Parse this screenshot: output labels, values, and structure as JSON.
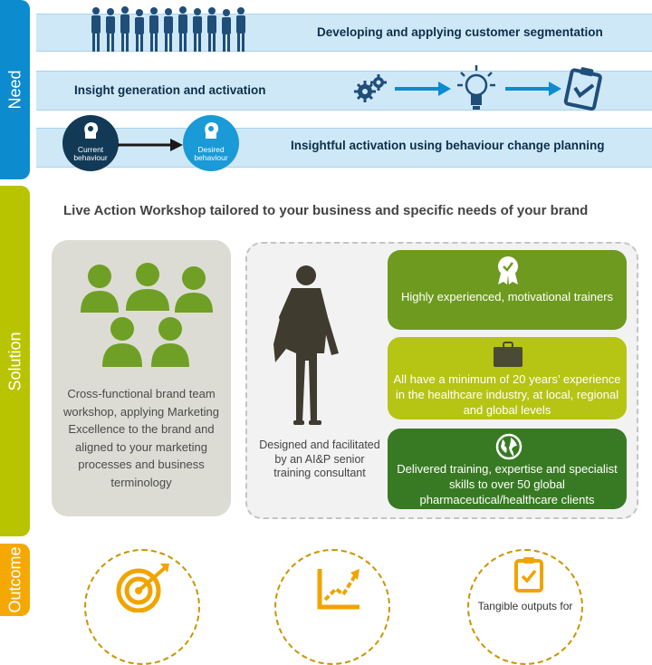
{
  "tabs": {
    "need": "Need",
    "solution": "Solution",
    "outcome": "Outcome"
  },
  "need": {
    "row1": "Developing and applying customer segmentation",
    "row2": "Insight generation and activation",
    "row3": "Insightful activation using behaviour change planning",
    "current_behaviour": "Current behaviour",
    "desired_behaviour": "Desired behaviour"
  },
  "solution": {
    "headline": "Live Action Workshop tailored to your business and specific needs of your brand",
    "workshop_text": "Cross-functional brand team workshop, applying Marketing Excellence to the brand and aligned to your marketing processes and business terminology",
    "consultant_text": "Designed and facilitated by an AI&P senior training consultant",
    "boxes": [
      "Highly experienced, motivational trainers",
      "All have a minimum  of 20 years’ experience in the healthcare industry, at local, regional and global levels",
      "Delivered training, expertise and specialist skills to over 50 global pharmaceutical/healthcare clients"
    ]
  },
  "outcome": {
    "item3": "Tangible outputs for"
  },
  "colors": {
    "need": "#0d8bcf",
    "solution": "#b9c400",
    "outcome": "#f5a900",
    "dark_green": "#387a23"
  },
  "icons": [
    "crowd-icon",
    "gears-icon",
    "lightbulb-icon",
    "checklist-icon",
    "head-gears-icon",
    "people-icon",
    "businesswoman-icon",
    "award-ribbon-icon",
    "briefcase-icon",
    "globe-icon",
    "target-icon",
    "growth-chart-icon",
    "clipboard-check-icon"
  ]
}
